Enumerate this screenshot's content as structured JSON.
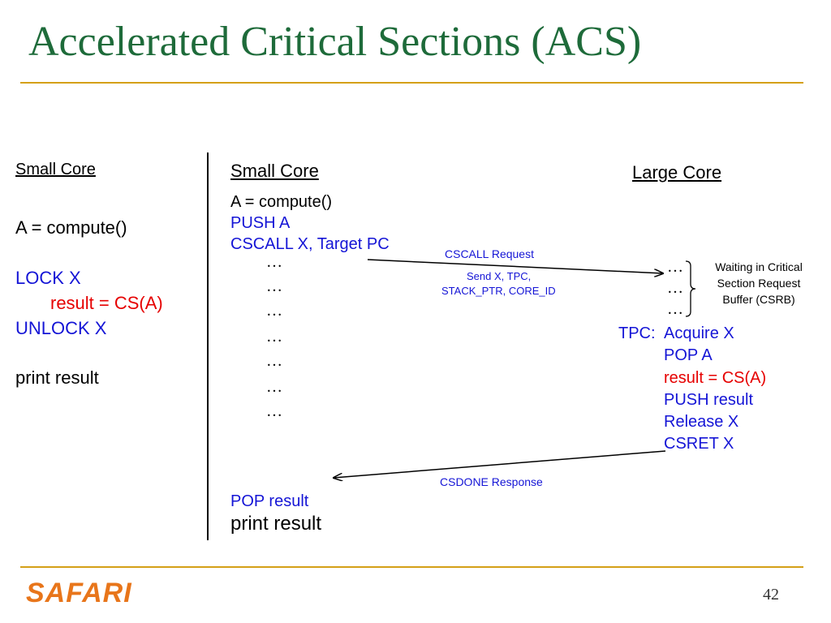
{
  "slide": {
    "title": "Accelerated Critical Sections (ACS)",
    "page_number": "42",
    "logo_text": "SAFARI"
  },
  "left_panel": {
    "header": "Small Core",
    "line1": "A = compute()",
    "line2": "LOCK X",
    "line3": "result = CS(A)",
    "line4": "UNLOCK X",
    "line5": "print result"
  },
  "middle_panel": {
    "header": "Small Core",
    "line1": "A = compute()",
    "line2": "PUSH A",
    "line3": "CSCALL X, Target PC",
    "dots": [
      "…",
      "…",
      "…",
      "…",
      "…",
      "…",
      "…"
    ],
    "line_pop": "POP result",
    "line_print": "print result"
  },
  "right_panel": {
    "header": "Large Core",
    "dots": [
      "…",
      "…",
      "…"
    ],
    "csrb_label": "Waiting in Critical Section Request Buffer (CSRB)",
    "tpc_label": "TPC:",
    "code": [
      "Acquire X",
      "POP A",
      "result  = CS(A)",
      "PUSH result",
      "Release X",
      "CSRET X"
    ]
  },
  "arrows": {
    "request_label": "CSCALL Request",
    "request_detail_1": "Send X, TPC,",
    "request_detail_2": "STACK_PTR, CORE_ID",
    "response_label": "CSDONE Response"
  },
  "colors": {
    "title": "#1e6b3a",
    "rule": "#d4a017",
    "code_blue": "#1515d6",
    "code_red": "#e60000",
    "logo": "#e8751a"
  }
}
